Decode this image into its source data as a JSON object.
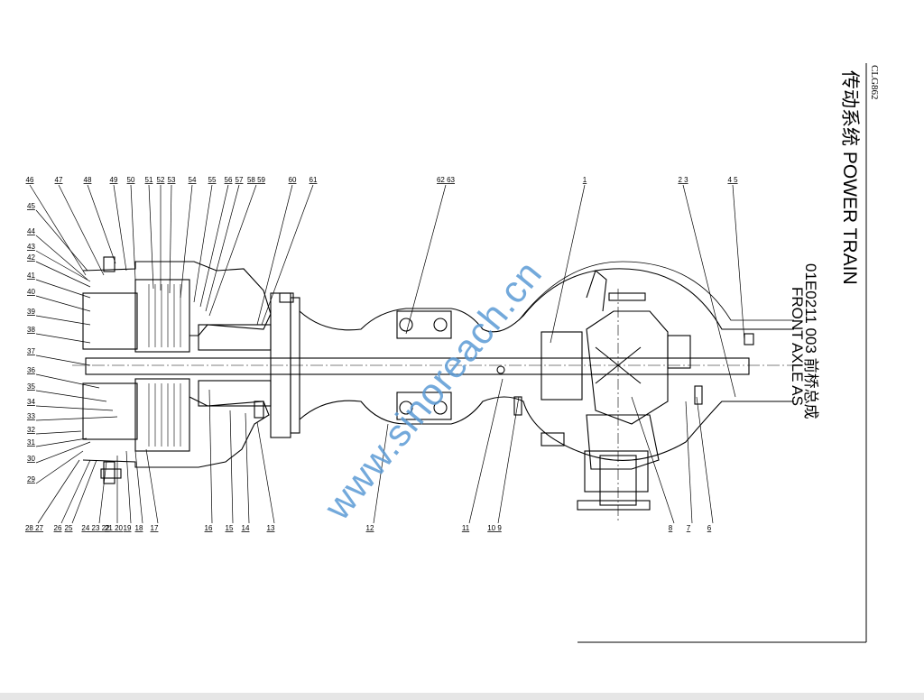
{
  "header": {
    "code": "CLG862",
    "section_title": "传动系统 POWER TRAIN",
    "part_number_title": "01E0211 003  前桥总成",
    "part_name": "FRONT AXLE AS"
  },
  "watermark": "www.sinoreach.cn",
  "callouts": {
    "top": [
      "46",
      "47",
      "48",
      "49",
      "50",
      "51",
      "52",
      "53",
      "54",
      "55",
      "56",
      "57",
      "58 59",
      "60",
      "61",
      "62 63",
      "1",
      "2 3",
      "4 5"
    ],
    "left": [
      "45",
      "44",
      "43",
      "42",
      "41",
      "40",
      "39",
      "38",
      "37",
      "36",
      "35",
      "34",
      "33",
      "32",
      "31",
      "30",
      "29"
    ],
    "bottom": [
      "28 27",
      "26",
      "25",
      "24 23 22",
      "21 20",
      "19",
      "18",
      "17",
      "16",
      "15",
      "14",
      "13",
      "12",
      "11",
      "10 9",
      "8",
      "7",
      "6"
    ]
  }
}
